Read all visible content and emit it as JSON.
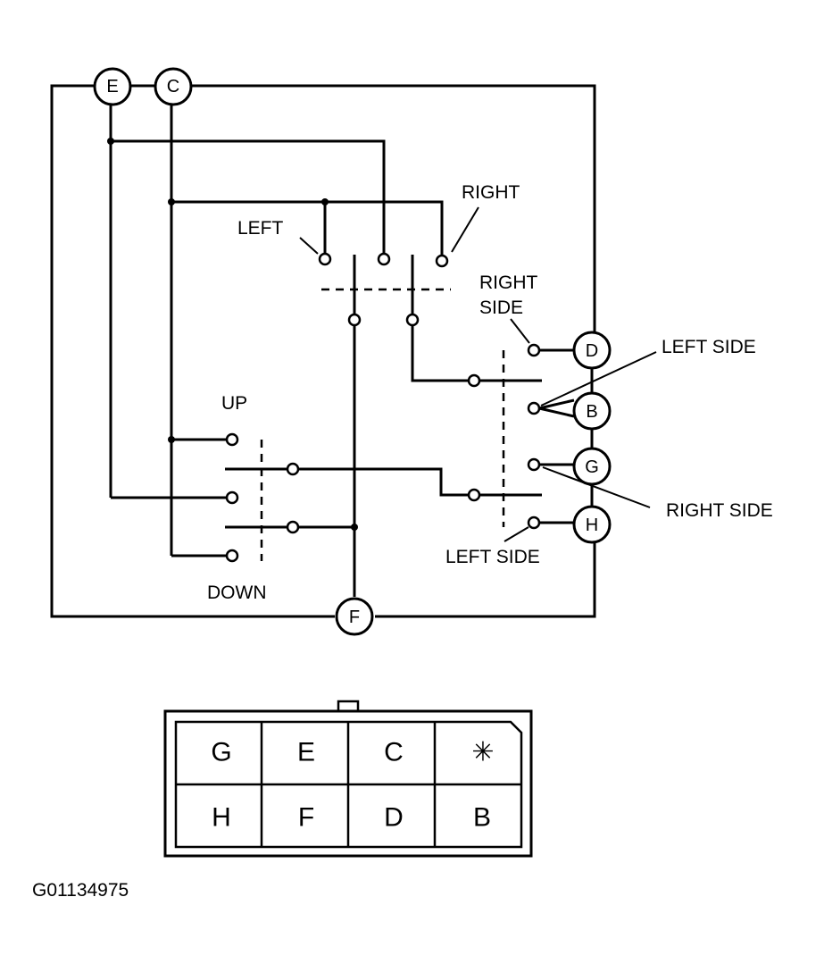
{
  "terminals": [
    "E",
    "C",
    "D",
    "B",
    "G",
    "H",
    "F"
  ],
  "labels": {
    "left": "LEFT",
    "right": "RIGHT",
    "right_side_top": "RIGHT\nSIDE",
    "left_side_top": "LEFT SIDE",
    "right_side_bottom": "RIGHT SIDE",
    "left_side_bottom": "LEFT SIDE",
    "up": "UP",
    "down": "DOWN"
  },
  "connector": {
    "rows": [
      [
        "G",
        "E",
        "C",
        "✳"
      ],
      [
        "H",
        "F",
        "D",
        "B"
      ]
    ]
  },
  "figure_code": "G01134975"
}
